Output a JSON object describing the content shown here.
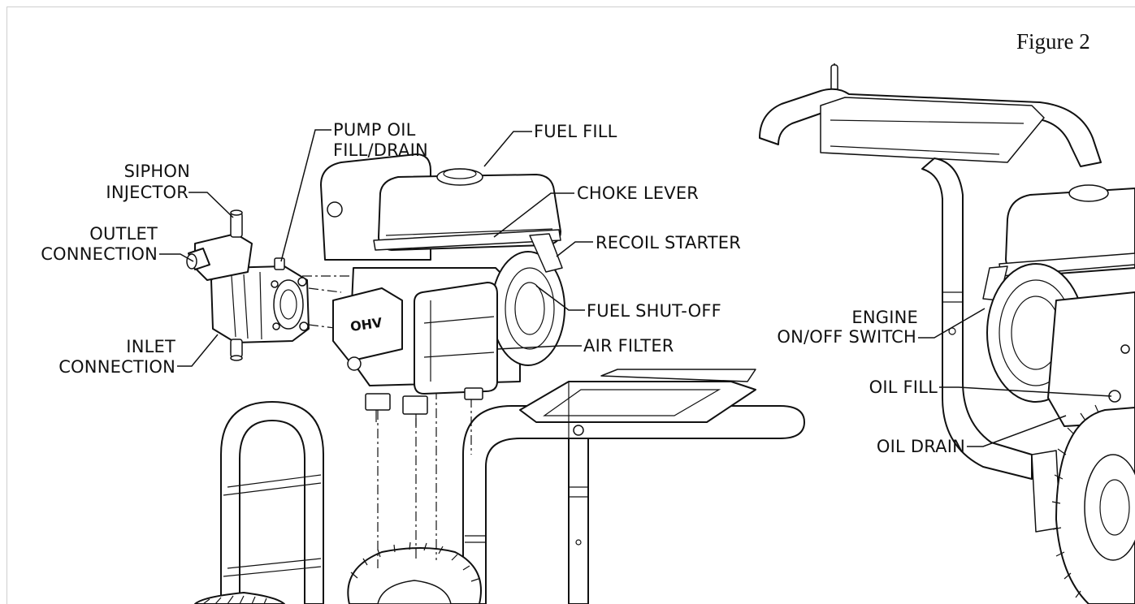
{
  "figure_label": "Figure 2",
  "callouts": {
    "siphon_injector": [
      "SIPHON",
      "INJECTOR"
    ],
    "outlet_connection": [
      "OUTLET",
      "CONNECTION"
    ],
    "inlet_connection": [
      "INLET",
      "CONNECTION"
    ],
    "pump_oil_fill_drain": [
      "PUMP OIL",
      "FILL/DRAIN"
    ],
    "fuel_fill": "FUEL FILL",
    "choke_lever": "CHOKE LEVER",
    "recoil_starter": "RECOIL STARTER",
    "fuel_shut_off": "FUEL SHUT-OFF",
    "air_filter": "AIR FILTER",
    "engine_switch": [
      "ENGINE",
      "ON/OFF SWITCH"
    ],
    "oil_fill": "OIL FILL",
    "oil_drain": "OIL DRAIN"
  },
  "engine_badge": "OHV"
}
